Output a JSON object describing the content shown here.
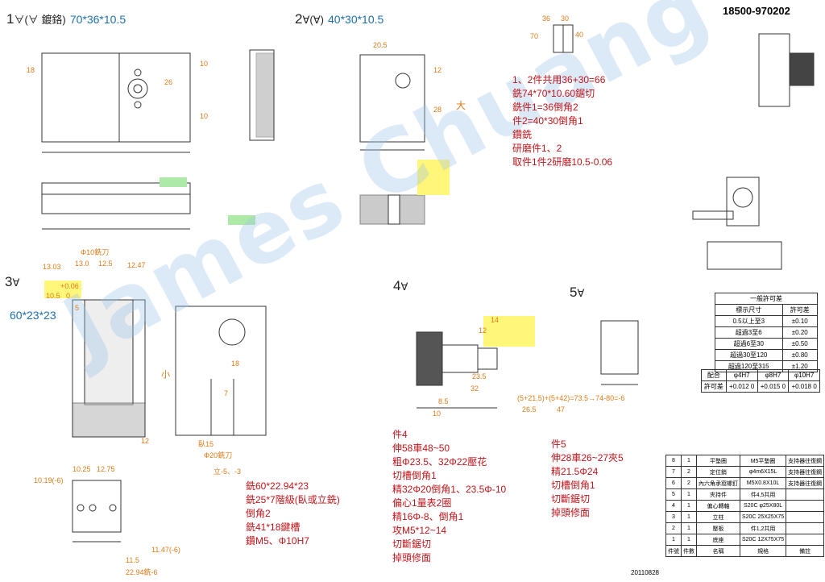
{
  "document_number": "18500-970202",
  "date_stamp": "20110828",
  "watermark": "James Chuang",
  "parts": [
    {
      "num": "1",
      "symbol": "∀(∀ 鍍鉻)",
      "size": "70*36*10.5"
    },
    {
      "num": "2",
      "symbol": "∀(∀)",
      "size": "40*30*10.5"
    },
    {
      "num": "3",
      "symbol": "∀",
      "size": "60*23*23"
    },
    {
      "num": "4",
      "symbol": "∀"
    },
    {
      "num": "5",
      "symbol": "∀"
    }
  ],
  "dims": {
    "p1_18": "18",
    "p1_26": "26",
    "p1_10a": "10",
    "p1_10b": "10",
    "p2_20_5": "20.5",
    "p2_12": "12",
    "p2_28": "28",
    "p2_da": "大",
    "p3_13_03": "13.03",
    "p3_13_0": "13.0",
    "p3_12_5": "12.5",
    "p3_12_47": "12.47",
    "p3_phi10": "Φ10銑刀",
    "p3_tol_plus": "+0.06",
    "p3_10_5": "10.5",
    "p3_0": "0",
    "p3_5": "5",
    "p3_small": "小",
    "p3_18": "18",
    "p3_7": "7",
    "p3_12": "12",
    "p3_15": "臥15",
    "p3_phi20": "Φ20銑刀",
    "p3_li": "立-5、-3",
    "p3_10_19": "10.19(-6)",
    "p3_10_25": "10.25",
    "p3_12_75": "12.75",
    "p3_11_47": "11.47(-6)",
    "p3_11_5": "11.5",
    "p3_22_94": "22.94銑-6",
    "p4_14": "14",
    "p4_12": "12",
    "p4_23_5": "23.5",
    "p4_32": "32",
    "p4_8_5": "8.5",
    "p4_10": "10",
    "p4_formula": "(5+21.5)+(5+42)=73.5→74-80=-6",
    "p4_26_5": "26.5",
    "p4_47": "47",
    "g_36": "36",
    "g_30": "30",
    "g_70": "70",
    "g_40": "40"
  },
  "notes_part12": [
    "1、2件共用36+30=66",
    "銑74*70*10.60鋸切",
    "銑件1=36倒角2",
    "件2=40*30倒角1",
    "鑽銑",
    "研磨件1、2",
    "取件1件2研磨10.5-0.06"
  ],
  "notes_part3": [
    "銑60*22.94*23",
    "銑25*7階級(臥或立銑)",
    "倒角2",
    "銑41*18鍵槽",
    "鑽M5、Φ10H7"
  ],
  "notes_part4": [
    "件4",
    "伸58車48~50",
    "粗Φ23.5、32Φ22壓花",
    "切槽倒角1",
    "精32Φ20倒角1、23.5Φ-10",
    "偏心1量表2圈",
    "精16Φ-8、倒角1",
    "攻M5*12~14",
    "切斷鋸切",
    "掉頭修面"
  ],
  "notes_part5": [
    "件5",
    "伸28車26~27夾5",
    "精21.5Φ24",
    "切槽倒角1",
    "切斷鋸切",
    "掉頭修面"
  ],
  "tolerance_table": {
    "title": "一般許可差",
    "head": [
      "標示尺寸",
      "許可差"
    ],
    "rows": [
      [
        "0.5以上至3",
        "±0.10"
      ],
      [
        "超過3至6",
        "±0.20"
      ],
      [
        "超過6至30",
        "±0.50"
      ],
      [
        "超過30至120",
        "±0.80"
      ],
      [
        "超過120至315",
        "±1.20"
      ]
    ],
    "fit_head": [
      "配合",
      "φ4H7",
      "φ8H7",
      "φ10H7"
    ],
    "fit_row": [
      "許可差",
      "+0.012 0",
      "+0.015 0",
      "+0.018 0"
    ]
  },
  "bom": [
    [
      "8",
      "1",
      "平墊圈",
      "M5平墊圈",
      "支持器往復鋼"
    ],
    [
      "7",
      "2",
      "定位銷",
      "φ4m6X15L",
      "支持器往復鋼"
    ],
    [
      "6",
      "2",
      "內六角承窩螺釘",
      "M5X0.8X10L",
      "支持器往復鋼"
    ],
    [
      "5",
      "1",
      "夾持件",
      "件4,5共用",
      ""
    ],
    [
      "4",
      "1",
      "偏心轉軸",
      "S20C φ25X80L",
      ""
    ],
    [
      "3",
      "1",
      "立柱",
      "S20C 25X25X75",
      ""
    ],
    [
      "2",
      "1",
      "壓板",
      "件1,2共用",
      ""
    ],
    [
      "1",
      "1",
      "底座",
      "S20C 12X75X75",
      ""
    ]
  ],
  "bom_foot": [
    "件號",
    "件數",
    "名稱",
    "規格",
    "備註"
  ]
}
